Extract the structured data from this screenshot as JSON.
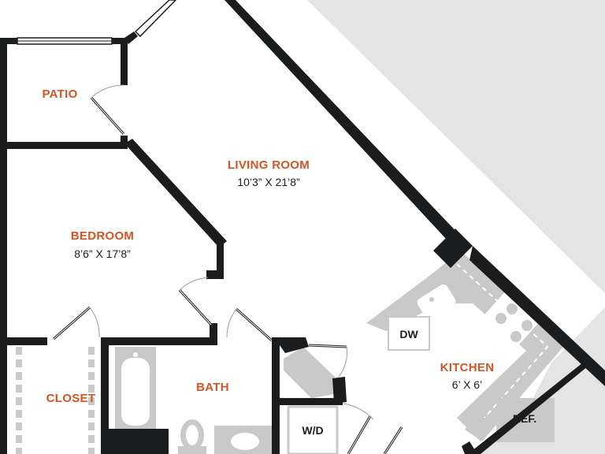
{
  "colors": {
    "wall": "#1b1c1e",
    "label_accent": "#d9531e",
    "fixture_fill": "#c9c9c9",
    "outside_shade": "#e4e4e4"
  },
  "rooms": {
    "patio": {
      "label": "PATIO"
    },
    "living_room": {
      "label": "LIVING ROOM",
      "dimensions": "10’3” X 21’8”"
    },
    "bedroom": {
      "label": "BEDROOM",
      "dimensions": "8’6” X 17’8”"
    },
    "closet": {
      "label": "CLOSET"
    },
    "bath": {
      "label": "BATH"
    },
    "kitchen": {
      "label": "KITCHEN",
      "dimensions": "6’ X 6’"
    }
  },
  "fixtures": {
    "dishwasher": "DW",
    "refrigerator": "REF.",
    "washer_dryer": "W/D"
  }
}
